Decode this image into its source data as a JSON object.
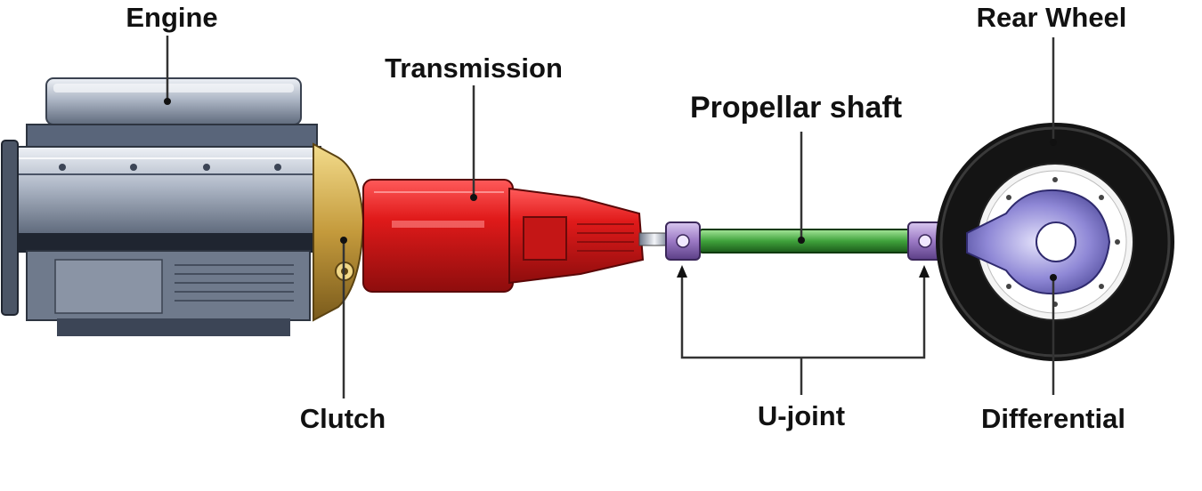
{
  "labels": {
    "engine": "Engine",
    "transmission": "Transmission",
    "propellar_shaft": "Propellar shaft",
    "rear_wheel": "Rear Wheel",
    "clutch": "Clutch",
    "u_joint": "U-joint",
    "differential": "Differential"
  },
  "colors": {
    "engine": "#9aa4b4",
    "clutch": "#c9a445",
    "transmission": "#d81d1d",
    "shaft": "#3fa23b",
    "u_joint": "#9b79c4",
    "tire": "#1a1a1a",
    "differential": "#8f88d6",
    "leader_line": "#333333"
  }
}
